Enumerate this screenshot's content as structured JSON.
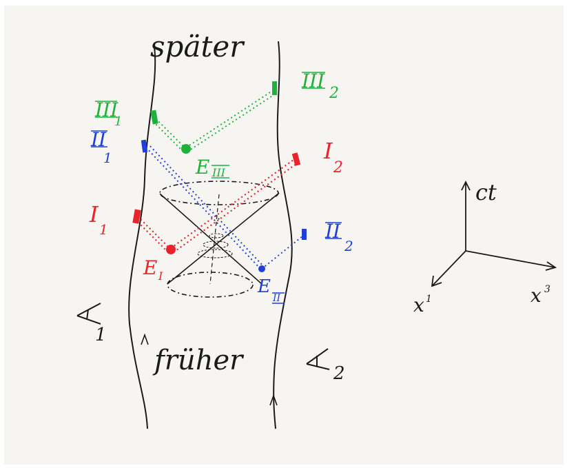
{
  "labels": {
    "later": "später",
    "earlier": "früher",
    "observer_1_symbol": "A",
    "observer_1_index": "1",
    "observer_2_symbol": "A",
    "observer_2_index": "2",
    "event_I": "E",
    "event_I_sub": "I",
    "event_II": "E",
    "event_II_sub": "II",
    "event_III": "E",
    "event_III_sub": "III",
    "I1": "I",
    "I1_sub": "1",
    "I2": "I",
    "I2_sub": "2",
    "II1": "II",
    "II1_sub": "1",
    "II2": "II",
    "II2_sub": "2",
    "III1": "III",
    "III1_sub": "1",
    "III2": "III",
    "III2_sub": "2",
    "axis_t": "ct",
    "axis_x1": "x",
    "axis_x1_sup": "1",
    "axis_x3": "x",
    "axis_x3_sup": "3"
  },
  "colors": {
    "ink": "#1a1a1a",
    "red": "#e8242a",
    "blue": "#1f3fd6",
    "green": "#1fb23a",
    "paper": "#f6f5f1"
  }
}
